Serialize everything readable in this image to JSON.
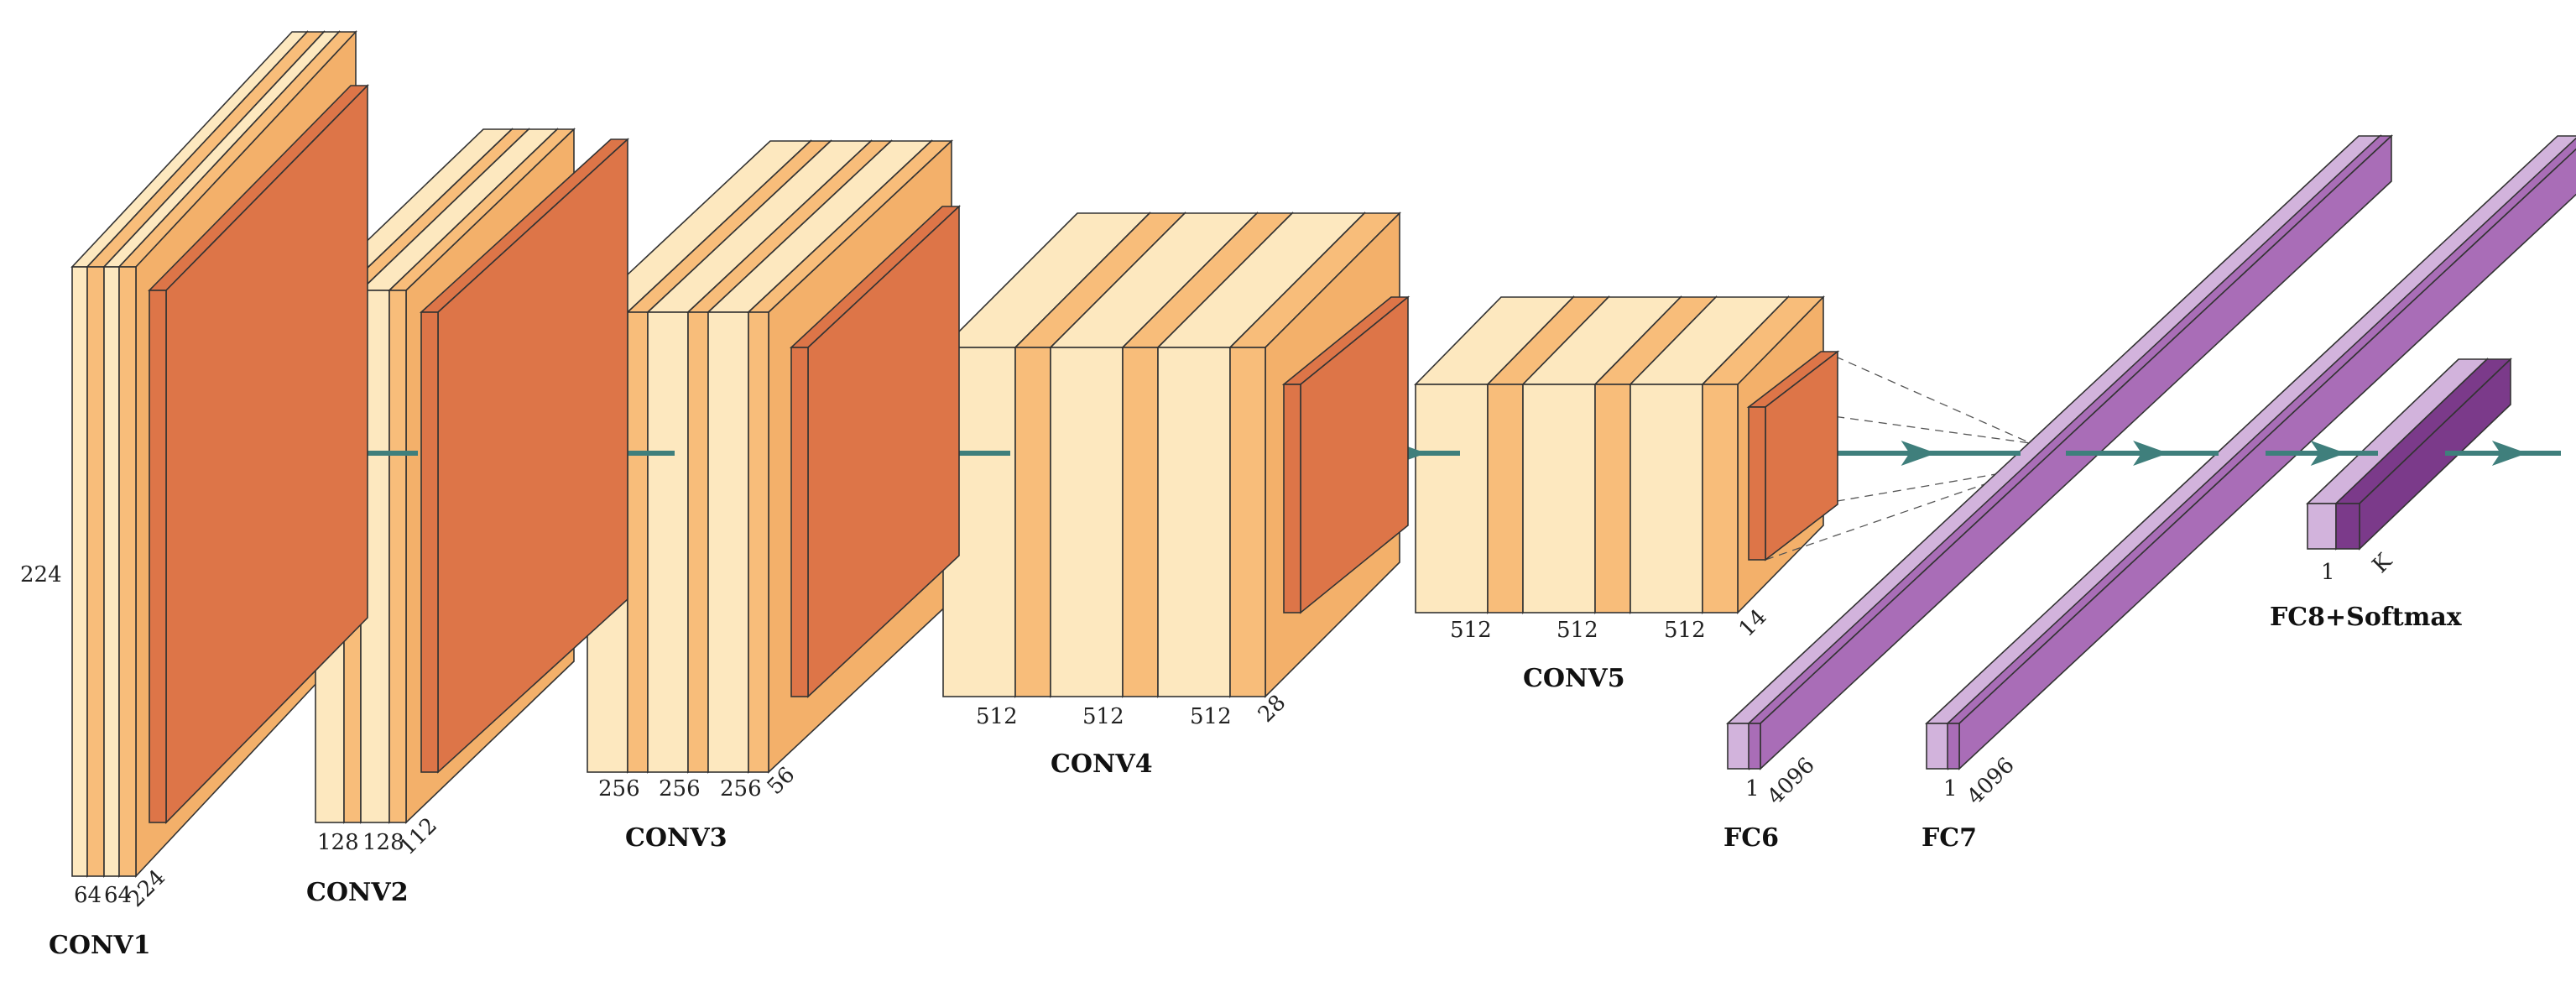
{
  "colors": {
    "conv_light": "#fde8bf",
    "conv_band": "#f8bd7a",
    "conv_band_side": "#f3b06a",
    "pool": "#dd7548",
    "pool_edge": "#9a3f22",
    "fc_light": "#d2b3dc",
    "fc_dark": "#a96db7",
    "fc8_dark": "#7b3a8a",
    "arrow": "#3f7f7c"
  },
  "layers": {
    "conv1": {
      "name": "CONV1",
      "height_label": "224",
      "channels": [
        "64",
        "64"
      ],
      "spatial": "224"
    },
    "conv2": {
      "name": "CONV2",
      "channels": [
        "128",
        "128"
      ],
      "spatial": "112"
    },
    "conv3": {
      "name": "CONV3",
      "channels": [
        "256",
        "256",
        "256"
      ],
      "spatial": "56"
    },
    "conv4": {
      "name": "CONV4",
      "channels": [
        "512",
        "512",
        "512"
      ],
      "spatial": "28"
    },
    "conv5": {
      "name": "CONV5",
      "channels": [
        "512",
        "512",
        "512"
      ],
      "spatial": "14"
    },
    "fc6": {
      "name": "FC6",
      "width": "1",
      "units": "4096"
    },
    "fc7": {
      "name": "FC7",
      "width": "1",
      "units": "4096"
    },
    "fc8": {
      "name": "FC8+Softmax",
      "width": "1",
      "units": "K"
    }
  }
}
